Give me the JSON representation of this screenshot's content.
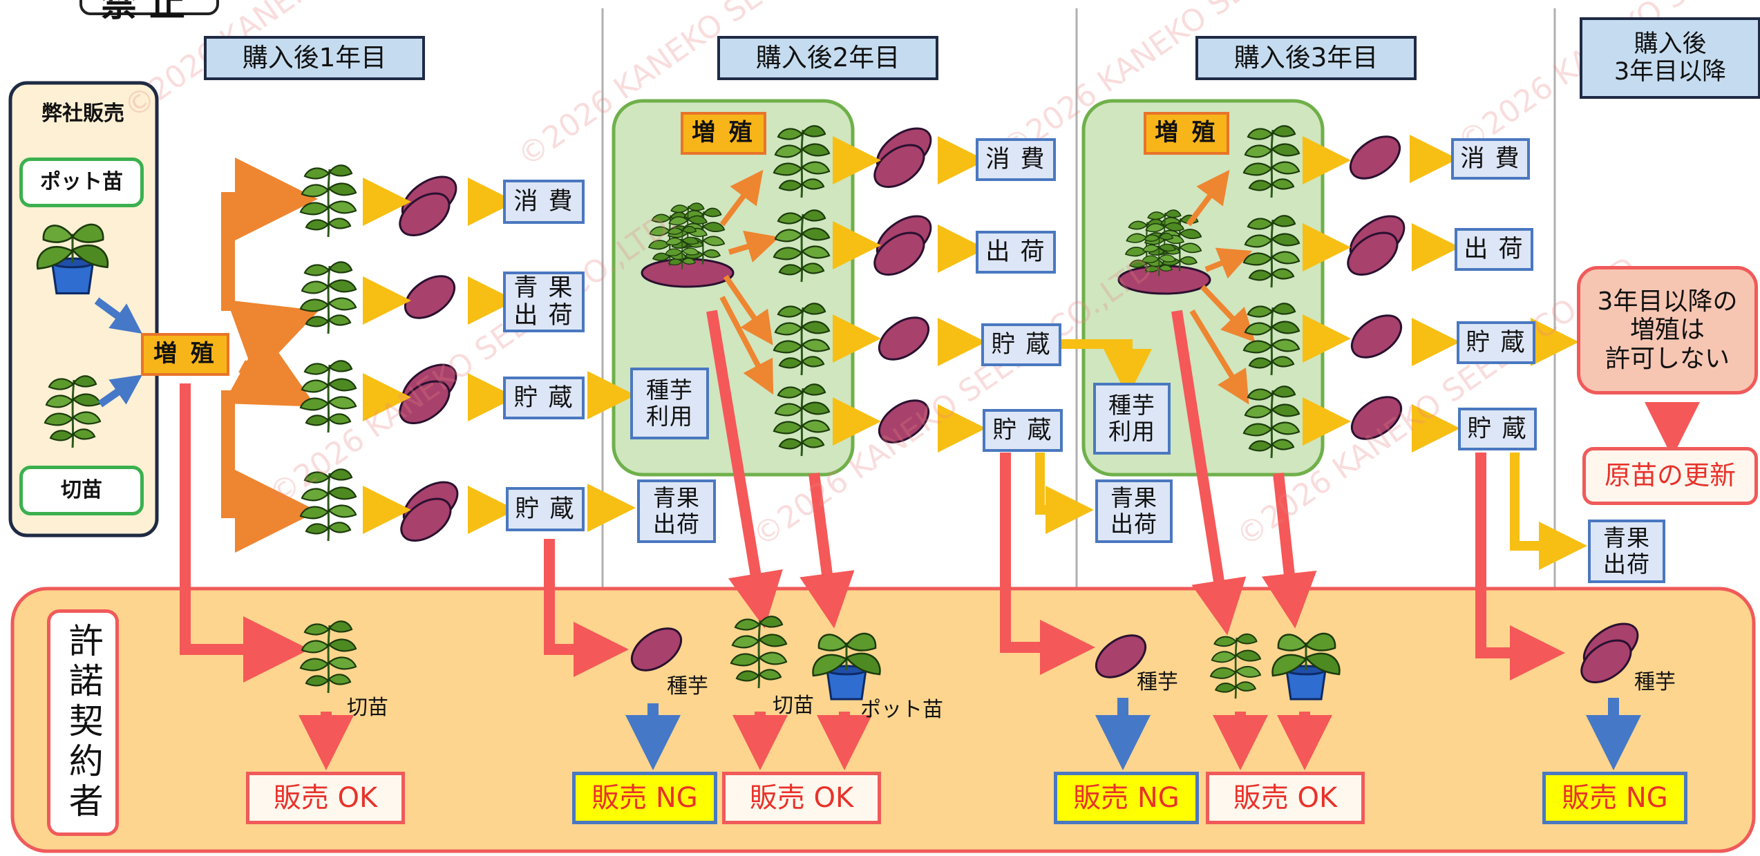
{
  "title": "禁止",
  "watermark": "©2026 KANEKO SEEDS CO.,LTD.",
  "colors": {
    "header_fill": "#c5dcf0",
    "vendor_panel": "#fdf0d4",
    "licensee_panel": "#fdd58e",
    "propagation_panel": "#cfe6bf",
    "arrow_orange": "#ee8530",
    "arrow_yellow": "#f7bf14",
    "arrow_red": "#f55858",
    "arrow_blue": "#4678c8",
    "potato": "#a8416c"
  },
  "headers": {
    "year1": "購入後1年目",
    "year2": "購入後2年目",
    "year3": "購入後3年目",
    "year4": "購入後\n3年目以降"
  },
  "vendor": {
    "title": "弊社販売",
    "pot_seedling": "ポット苗",
    "cutting": "切苗"
  },
  "propagation_label": "増 殖",
  "year1": {
    "consume": "消 費",
    "green_ship": "青 果\n出 荷",
    "store_a": "貯 蔵",
    "store_b": "貯 蔵",
    "seed_use": "種芋\n利用",
    "green_ship_b": "青果\n出荷"
  },
  "year2": {
    "consume": "消 費",
    "ship": "出 荷",
    "store_a": "貯 蔵",
    "store_b": "貯 蔵",
    "seed_use": "種芋\n利用",
    "green_ship": "青果\n出荷"
  },
  "year3": {
    "consume": "消 費",
    "ship": "出 荷",
    "store_a": "貯 蔵",
    "store_b": "貯 蔵",
    "green_ship": "青果\n出荷"
  },
  "year4": {
    "prohibition": "3年目以降の\n増殖は\n許可しない",
    "renewal": "原苗の更新"
  },
  "licensee": {
    "label": "許諾契約者",
    "cutting": "切苗",
    "seed_potato": "種芋",
    "pot_seedling": "ポット苗",
    "sale_ok": "販売 OK",
    "sale_ng": "販売 NG"
  }
}
